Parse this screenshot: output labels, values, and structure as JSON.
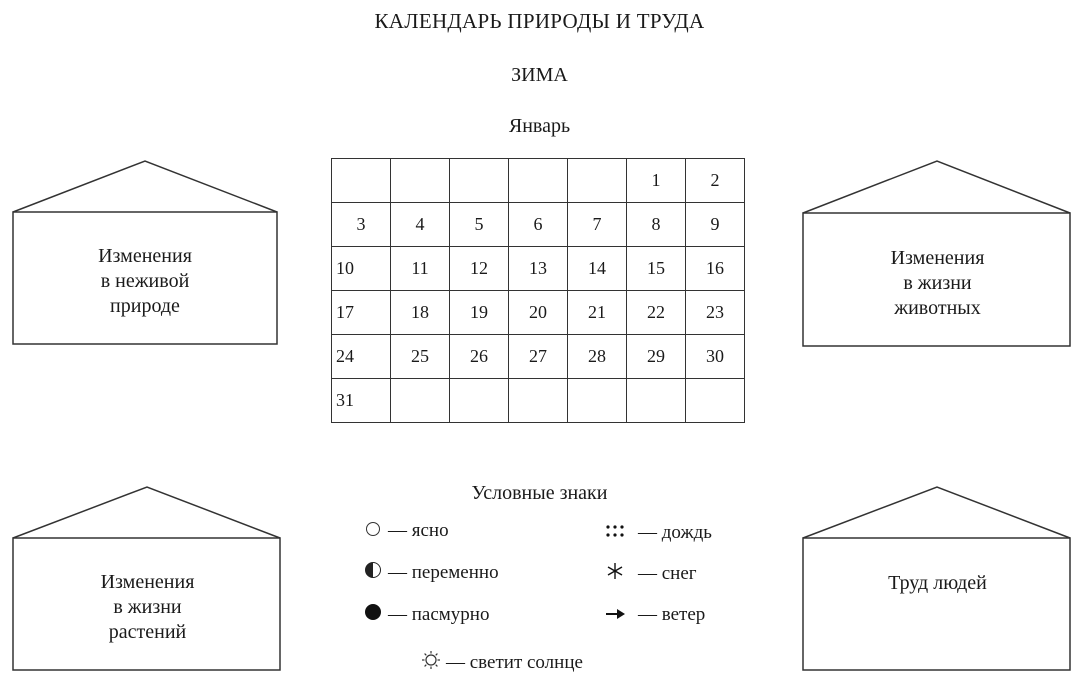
{
  "title": "КАЛЕНДАРЬ ПРИРОДЫ И ТРУДА",
  "season": "ЗИМА",
  "month": "Январь",
  "calendar": {
    "rows": [
      [
        "",
        "",
        "",
        "",
        "",
        "1",
        "2"
      ],
      [
        "3",
        "4",
        "5",
        "6",
        "7",
        "8",
        "9"
      ],
      [
        "10",
        "11",
        "12",
        "13",
        "14",
        "15",
        "16"
      ],
      [
        "17",
        "18",
        "19",
        "20",
        "21",
        "22",
        "23"
      ],
      [
        "24",
        "25",
        "26",
        "27",
        "28",
        "29",
        "30"
      ],
      [
        "31",
        "",
        "",
        "",
        "",
        "",
        ""
      ]
    ]
  },
  "houses": {
    "nonliving": "Изменения\nв неживой\nприроде",
    "animals": "Изменения\nв жизни\nживотных",
    "plants": "Изменения\nв жизни\nрастений",
    "work": "Труд людей"
  },
  "legend": {
    "title": "Условные знаки",
    "clear": "— ясно",
    "variable": "— переменно",
    "cloudy": "— пасмурно",
    "rain": "— дождь",
    "snow": "— снег",
    "wind": "— ветер",
    "sun": "— светит солнце",
    "rain_icon": "dotted-rain-icon",
    "snow_icon": "asterisk-icon",
    "wind_icon": "arrow-icon",
    "sun_icon": "sun-outline-icon"
  }
}
